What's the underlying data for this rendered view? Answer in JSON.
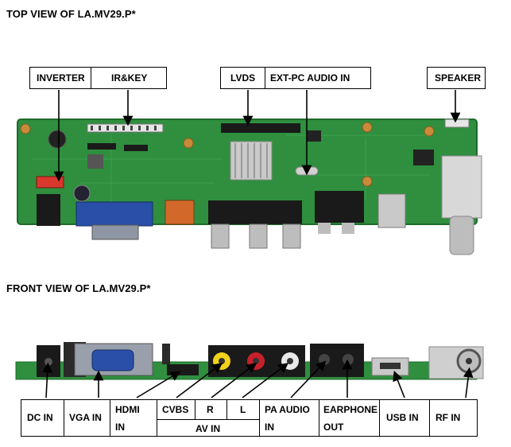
{
  "top_view": {
    "heading": "TOP VIEW OF LA.MV29.P*",
    "labels": {
      "inverter": "INVERTER",
      "ir_key": "IR&KEY",
      "lvds": "LVDS",
      "ext_pc_audio": "EXT-PC AUDIO IN",
      "speaker": "SPEAKER"
    }
  },
  "front_view": {
    "heading": "FRONT VIEW OF LA.MV29.P*",
    "labels": {
      "dc_in": "DC IN",
      "vga_in": "VGA IN",
      "hdmi_line1": "HDMI",
      "hdmi_line2": "IN",
      "cvbs": "CVBS",
      "r": "R",
      "l": "L",
      "av_in": "AV IN",
      "pa_audio_line1": "PA AUDIO",
      "pa_audio_line2": "IN",
      "earphone_line1": "EARPHONE",
      "earphone_line2": "OUT",
      "usb_in": "USB IN",
      "rf_in": "RF IN"
    }
  },
  "colors": {
    "pcb": "#2f8f3e",
    "pcb_dark": "#1f6b2b",
    "connector_black": "#1a1a1a",
    "vga_blue": "#2a4fa8",
    "hdmi_orange": "#d2692a",
    "rca_yellow": "#f2d21b",
    "rca_red": "#c8202a",
    "rca_white": "#e8e8e8",
    "silver": "#c9c9c9"
  }
}
